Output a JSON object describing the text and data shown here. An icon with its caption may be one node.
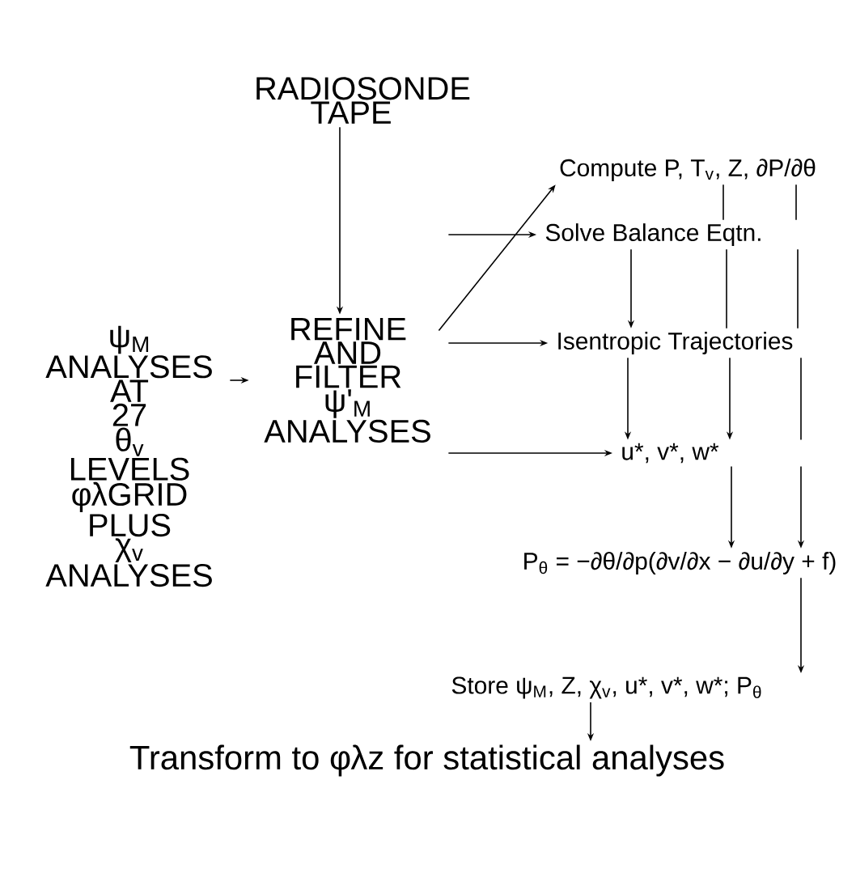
{
  "diagram": {
    "nodes": [
      {
        "text": [
          "RADIOSONDE TAPE"
        ]
      },
      {
        "text": [
          "ψ$_{M}$ ANALYSES AT 27 θ$_{v}$ LEVELS φλGRID PLUS χ$_{v}$ ANALYSES"
        ]
      },
      {
        "text": [
          "REFINE AND FILTER ψ'$_{M}$ ANALYSES"
        ]
      },
      {
        "text": [
          "Compute P, T$_{v}$, Z, ∂P/∂θ"
        ]
      },
      {
        "text": [
          "Solve Balance Eqtn."
        ]
      },
      {
        "text": [
          "Isentropic Trajectories"
        ]
      },
      {
        "text": [
          "u*, v*, w*"
        ]
      },
      {
        "text": [
          "P$_{θ}$ = −∂θ/∂p(∂v/∂x − ∂u/∂y + f)"
        ]
      },
      {
        "text": [
          "Store ψ$_{M}$, Z, χ$_{v}$, u*, v*, w*; P$_{θ}$"
        ]
      },
      {
        "text": [
          "Transform to φλz for statistical analyses"
        ]
      }
    ],
    "edges": [
      {
        "from": 0,
        "to": 2,
        "arrow": "to"
      },
      {
        "from": 1,
        "to": 2,
        "arrow": "to"
      },
      {
        "from": 2,
        "to": 3,
        "arrow": "to"
      },
      {
        "from": 2,
        "to": 4,
        "arrow": "to"
      },
      {
        "from": 2,
        "to": 5,
        "arrow": "to"
      },
      {
        "from": 2,
        "to": 6,
        "arrow": "to"
      },
      {
        "from": 3,
        "to": 4,
        "arrow": "none"
      },
      {
        "from": 3,
        "to": 4,
        "arrow": "none"
      },
      {
        "from": 4,
        "to": 5,
        "arrow": "to"
      },
      {
        "from": 4,
        "to": 5,
        "arrow": "none"
      },
      {
        "from": 4,
        "to": 5,
        "arrow": "none"
      },
      {
        "from": 5,
        "to": 6,
        "arrow": "to"
      },
      {
        "from": 5,
        "to": 6,
        "arrow": "to"
      },
      {
        "from": 5,
        "to": 6,
        "arrow": "none"
      },
      {
        "from": 6,
        "to": 7,
        "arrow": "to"
      },
      {
        "from": 6,
        "to": 7,
        "arrow": "to"
      },
      {
        "from": 7,
        "to": 8,
        "arrow": "to"
      },
      {
        "from": 8,
        "to": 9,
        "arrow": "to"
      }
    ]
  }
}
